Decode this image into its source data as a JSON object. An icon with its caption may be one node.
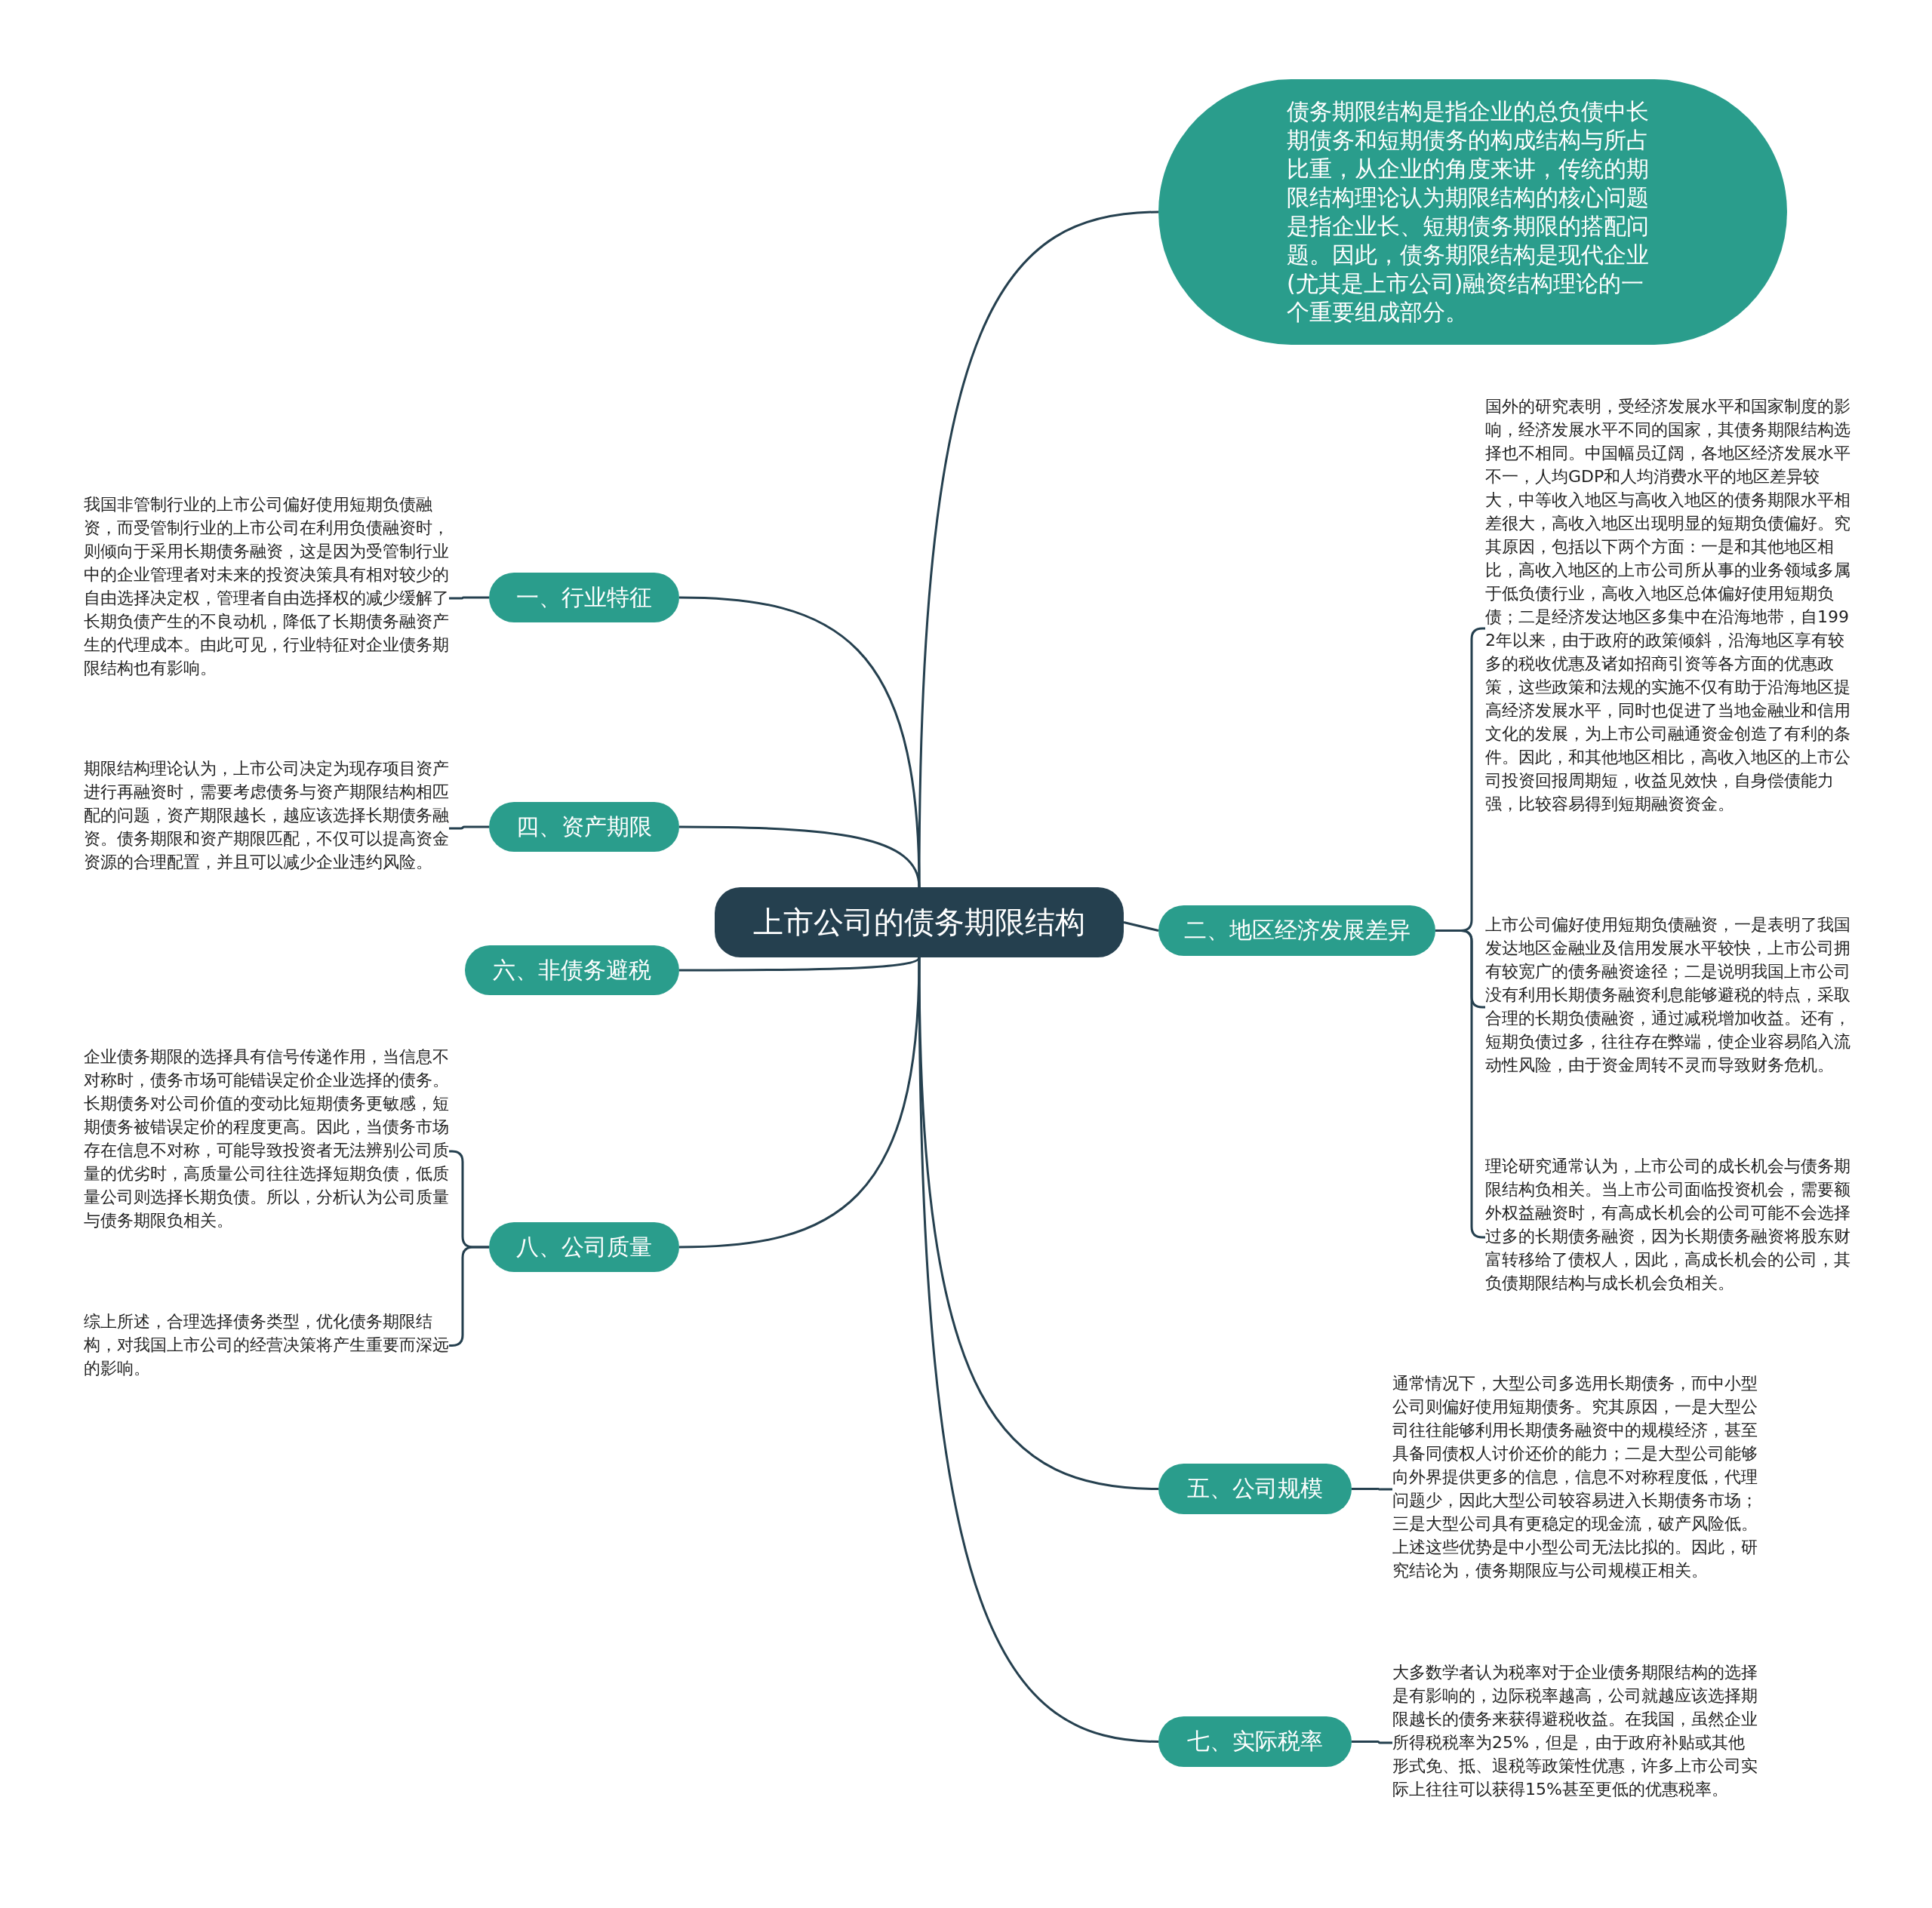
{
  "diagram": {
    "nodes": [
      {
        "text": [
          "上市公司的债务期限结构"
        ]
      },
      {
        "text": [
          "债务期限结构是指企业的总负债中长期债务和短期债务的构成结构与所占比重，从企业的角度来讲，传统的期限结构理论认为期限结构的核心问题是指企业长、短期债务期限的搭配问题。因此，债务期限结构是现代企业(尤其是上市公司)融资结构理论的一个重要组成部分。"
        ]
      },
      {
        "text": [
          "一、行业特征"
        ]
      },
      {
        "text": [
          "我国非管制行业的上市公司偏好使用短期负债融资，而受管制行业的上市公司在利用负债融资时，则倾向于采用长期债务融资，这是因为受管制行业中的企业管理者对未来的投资决策具有相对较少的自由选择决定权，管理者自由选择权的减少缓解了长期负债产生的不良动机，降低了长期债务融资产生的代理成本。由此可见，行业特征对企业债务期限结构也有影响。"
        ]
      },
      {
        "text": [
          "四、资产期限"
        ]
      },
      {
        "text": [
          "期限结构理论认为，上市公司决定为现存项目资产进行再融资时，需要考虑债务与资产期限结构相匹配的问题，资产期限越长，越应该选择长期债务融资。债务期限和资产期限匹配，不仅可以提高资金资源的合理配置，并且可以减少企业违约风险。"
        ]
      },
      {
        "text": [
          "六、非债务避税"
        ]
      },
      {
        "text": [
          "八、公司质量"
        ]
      },
      {
        "text": [
          "企业债务期限的选择具有信号传递作用，当信息不对称时，债务市场可能错误定价企业选择的债务。长期债务对公司价值的变动比短期债务更敏感，短期债务被错误定价的程度更高。因此，当债务市场存在信息不对称，可能导致投资者无法辨别公司质量的优劣时，高质量公司往往选择短期负债，低质量公司则选择长期负债。所以，分析认为公司质量与债务期限负相关。"
        ]
      },
      {
        "text": [
          "综上所述，合理选择债务类型，优化债务期限结构，对我国上市公司的经营决策将产生重要而深远的影响。"
        ]
      },
      {
        "text": [
          "二、地区经济发展差异"
        ]
      },
      {
        "text": [
          "国外的研究表明，受经济发展水平和国家制度的影响，经济发展水平不同的国家，其债务期限结构选择也不相同。中国幅员辽阔，各地区经济发展水平不一，人均GDP和人均消费水平的地区差异较大，中等收入地区与高收入地区的债务期限水平相差很大，高收入地区出现明显的短期负债偏好。究其原因，包括以下两个方面：一是和其他地区相比，高收入地区的上市公司所从事的业务领域多属于低负债行业，高收入地区总体偏好使用短期负债；二是经济发达地区多集中在沿海地带，自1992年以来，由于政府的政策倾斜，沿海地区享有较多的税收优惠及诸如招商引资等各方面的优惠政策，这些政策和法规的实施不仅有助于沿海地区提高经济发展水平，同时也促进了当地金融业和信用文化的发展，为上市公司融通资金创造了有利的条件。因此，和其他地区相比，高收入地区的上市公司投资回报周期短，收益见效快，自身偿债能力强，比较容易得到短期融资资金。"
        ]
      },
      {
        "text": [
          "上市公司偏好使用短期负债融资，一是表明了我国发达地区金融业及信用发展水平较快，上市公司拥有较宽广的债务融资途径；二是说明我国上市公司没有利用长期债务融资利息能够避税的特点，采取合理的长期负债融资，通过减税增加收益。还有，短期负债过多，往往存在弊端，使企业容易陷入流动性风险，由于资金周转不灵而导致财务危机。"
        ]
      },
      {
        "text": [
          "理论研究通常认为，上市公司的成长机会与债务期限结构负相关。当上市公司面临投资机会，需要额外权益融资时，有高成长机会的公司可能不会选择过多的长期债务融资，因为长期债务融资将股东财富转移给了债权人，因此，高成长机会的公司，其负债期限结构与成长机会负相关。"
        ]
      },
      {
        "text": [
          "五、公司规模"
        ]
      },
      {
        "text": [
          "通常情况下，大型公司多选用长期债务，而中小型公司则偏好使用短期债务。究其原因，一是大型公司往往能够利用长期债务融资中的规模经济，甚至具备同债权人讨价还价的能力；二是大型公司能够向外界提供更多的信息，信息不对称程度低，代理问题少，因此大型公司较容易进入长期债务市场；三是大型公司具有更稳定的现金流，破产风险低。上述这些优势是中小型公司无法比拟的。因此，研究结论为，债务期限应与公司规模正相关。"
        ]
      },
      {
        "text": [
          "七、实际税率"
        ]
      },
      {
        "text": [
          "大多数学者认为税率对于企业债务期限结构的选择是有影响的，边际税率越高，公司就越应该选择期限越长的债务来获得避税收益。在我国，虽然企业所得税税率为25%，但是，由于政府补贴或其他形式免、抵、退税等政策性优惠，许多上市公司实际上往往可以获得15%甚至更低的优惠税率。"
        ]
      }
    ],
    "edges": [
      {
        "from": 0,
        "to": 1,
        "arrow": "none"
      },
      {
        "from": 0,
        "to": 2,
        "arrow": "none"
      },
      {
        "from": 2,
        "to": 3,
        "arrow": "none"
      },
      {
        "from": 0,
        "to": 4,
        "arrow": "none"
      },
      {
        "from": 4,
        "to": 5,
        "arrow": "none"
      },
      {
        "from": 0,
        "to": 6,
        "arrow": "none"
      },
      {
        "from": 0,
        "to": 7,
        "arrow": "none"
      },
      {
        "from": 7,
        "to": 8,
        "arrow": "none"
      },
      {
        "from": 7,
        "to": 9,
        "arrow": "none"
      },
      {
        "from": 0,
        "to": 10,
        "arrow": "none"
      },
      {
        "from": 10,
        "to": 11,
        "arrow": "none"
      },
      {
        "from": 10,
        "to": 12,
        "arrow": "none"
      },
      {
        "from": 10,
        "to": 13,
        "arrow": "none"
      },
      {
        "from": 0,
        "to": 14,
        "arrow": "none"
      },
      {
        "from": 14,
        "to": 15,
        "arrow": "none"
      },
      {
        "from": 0,
        "to": 16,
        "arrow": "none"
      },
      {
        "from": 16,
        "to": 17,
        "arrow": "none"
      }
    ]
  }
}
